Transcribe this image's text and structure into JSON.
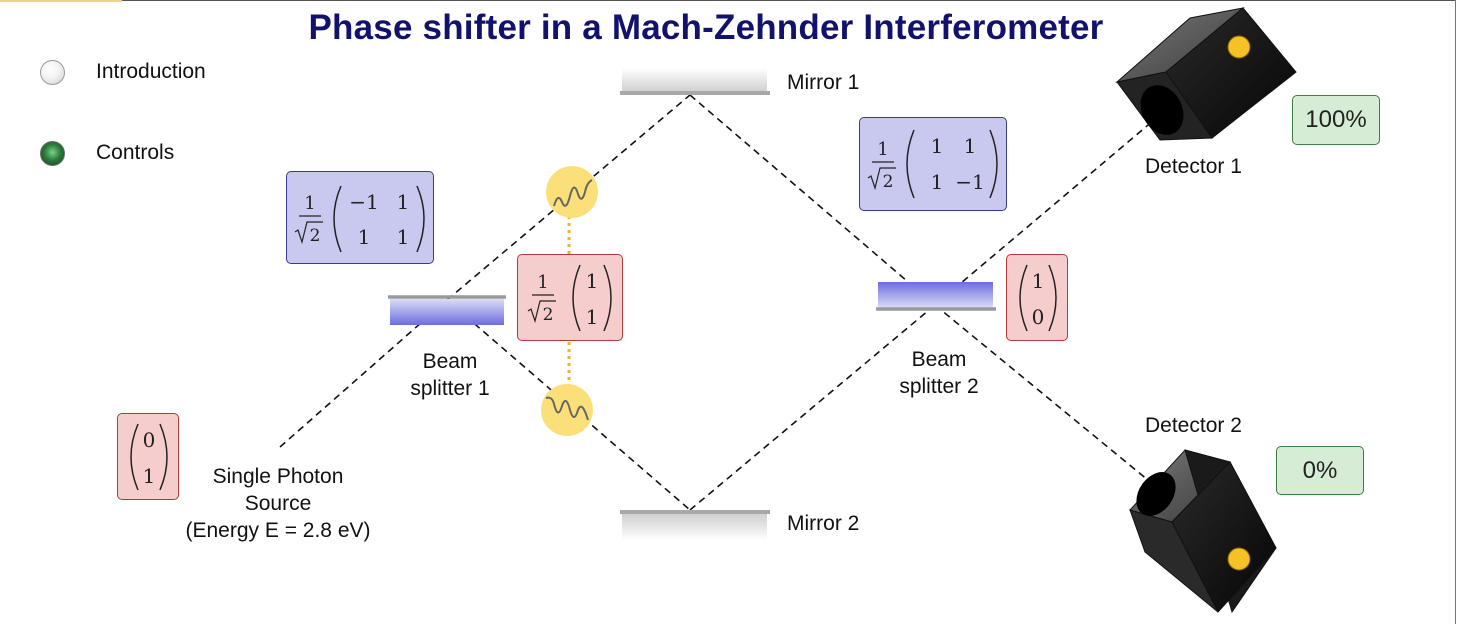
{
  "title": "Phase shifter in a Mach-Zehnder Interferometer",
  "nav": {
    "introduction": "Introduction",
    "controls": "Controls"
  },
  "labels": {
    "mirror1": "Mirror 1",
    "mirror2": "Mirror 2",
    "beam_splitter1_line1": "Beam",
    "beam_splitter1_line2": "splitter 1",
    "beam_splitter2_line1": "Beam",
    "beam_splitter2_line2": "splitter 2",
    "detector1": "Detector 1",
    "detector2": "Detector 2",
    "source_line1": "Single Photon",
    "source_line2": "Source",
    "source_line3": "(Energy E = 2.8 eV)"
  },
  "readouts": {
    "detector1_percent": "100%",
    "detector2_percent": "0%"
  },
  "matrices": {
    "bs1": {
      "prefactor_num": "1",
      "prefactor_den": "2",
      "row1": [
        "−1",
        "1"
      ],
      "row2": [
        "1",
        "1"
      ]
    },
    "bs2": {
      "prefactor_num": "1",
      "prefactor_den": "2",
      "row1": [
        "1",
        "1"
      ],
      "row2": [
        "1",
        "−1"
      ]
    },
    "state_after_bs1": {
      "prefactor_num": "1",
      "prefactor_den": "2",
      "col": [
        "1",
        "1"
      ]
    },
    "state_out": {
      "col": [
        "1",
        "0"
      ]
    },
    "state_in": {
      "col": [
        "0",
        "1"
      ]
    }
  },
  "colors": {
    "title": "#12126e",
    "matrix_blue_fill": "#c9c9ef",
    "matrix_red_fill": "#f6cdcd",
    "readout_fill": "#d7ecd4",
    "photon": "#fbe07a",
    "phase_link": "#f2b51d",
    "detector_dot": "#f5c125"
  }
}
